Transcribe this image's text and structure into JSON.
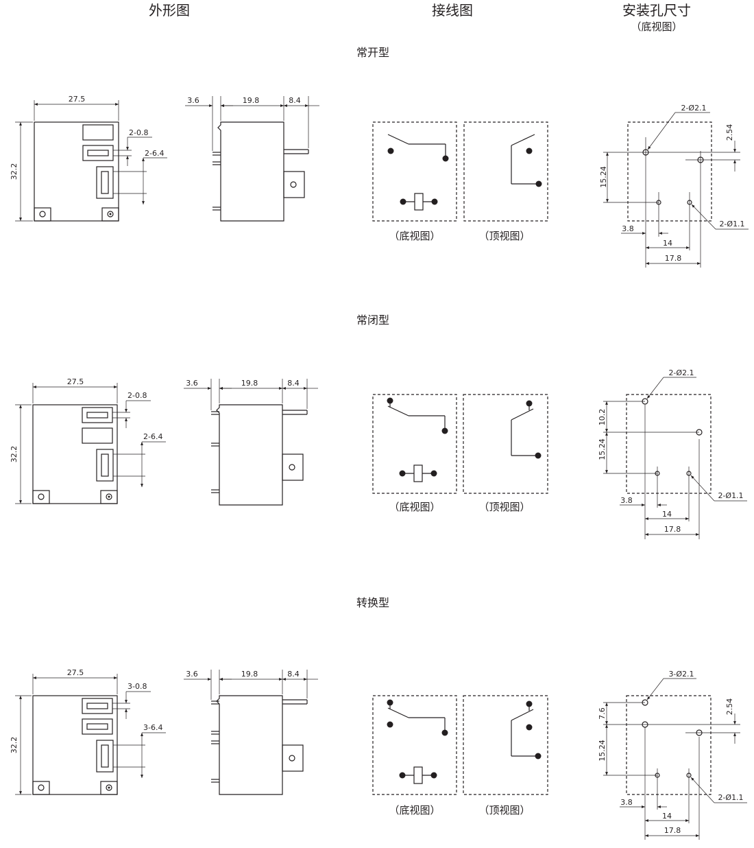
{
  "headers": {
    "outline": "外形图",
    "wiring": "接线图",
    "mounting": "安装孔尺寸",
    "mounting_sub": "（底视图）"
  },
  "captions": {
    "bottom_view": "（底视图）",
    "top_view": "（顶视图）"
  },
  "sections": [
    {
      "title": "常开型",
      "body_w": "27.5",
      "body_h": "32.2",
      "slot_small": "2-0.8",
      "slot_large": "2-6.4",
      "side_a": "3.6",
      "side_b": "19.8",
      "side_c": "8.4",
      "hole_big": "2-Ø2.1",
      "hole_small": "2-Ø1.1",
      "v1": "2.54",
      "v2": "15.24",
      "h1": "3.8",
      "h2": "14",
      "h3": "17.8"
    },
    {
      "title": "常闭型",
      "body_w": "27.5",
      "body_h": "32.2",
      "slot_small": "2-0.8",
      "slot_large": "2-6.4",
      "side_a": "3.6",
      "side_b": "19.8",
      "side_c": "8.4",
      "hole_big": "2-Ø2.1",
      "hole_small": "2-Ø1.1",
      "v1": "10.2",
      "v2": "15.24",
      "h1": "3.8",
      "h2": "14",
      "h3": "17.8"
    },
    {
      "title": "转换型",
      "body_w": "27.5",
      "body_h": "32.2",
      "slot_small": "3-0.8",
      "slot_large": "3-6.4",
      "side_a": "3.6",
      "side_b": "19.8",
      "side_c": "8.4",
      "hole_big": "3-Ø2.1",
      "hole_small": "2-Ø1.1",
      "v1": "7.6",
      "v2": "15.24",
      "v3": "2.54",
      "h1": "3.8",
      "h2": "14",
      "h3": "17.8"
    }
  ]
}
